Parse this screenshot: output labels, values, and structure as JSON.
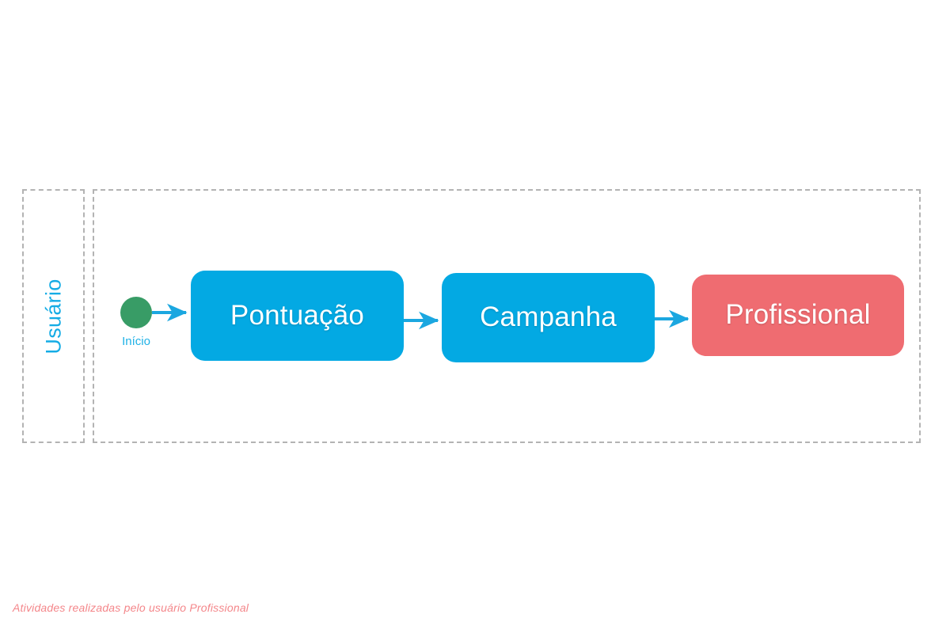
{
  "diagram": {
    "type": "bpmn-flowchart",
    "lane": {
      "title": "Usuário",
      "title_color": "#15ACE5",
      "border_color": "#b3b3b3"
    },
    "start_event": {
      "label": "Início",
      "label_color": "#1FB1E6",
      "fill_color": "#389C66"
    },
    "tasks": [
      {
        "label": "Pontuação",
        "fill_color": "#03A9E3",
        "text_color": "#ffffff"
      },
      {
        "label": "Campanha",
        "fill_color": "#03A9E3",
        "text_color": "#ffffff"
      },
      {
        "label": "Profissional",
        "fill_color": "#EF6C71",
        "text_color": "#ffffff"
      }
    ],
    "connectors": [
      {
        "from": "start-event",
        "to": "Pontuação",
        "color": "#1BA7E0"
      },
      {
        "from": "Pontuação",
        "to": "Campanha",
        "color": "#1BA7E0"
      },
      {
        "from": "Campanha",
        "to": "Profissional",
        "color": "#1BA7E0"
      }
    ],
    "footer_note": "Atividades realizadas pelo usuário Profissional",
    "footer_note_color": "#F4868A"
  }
}
